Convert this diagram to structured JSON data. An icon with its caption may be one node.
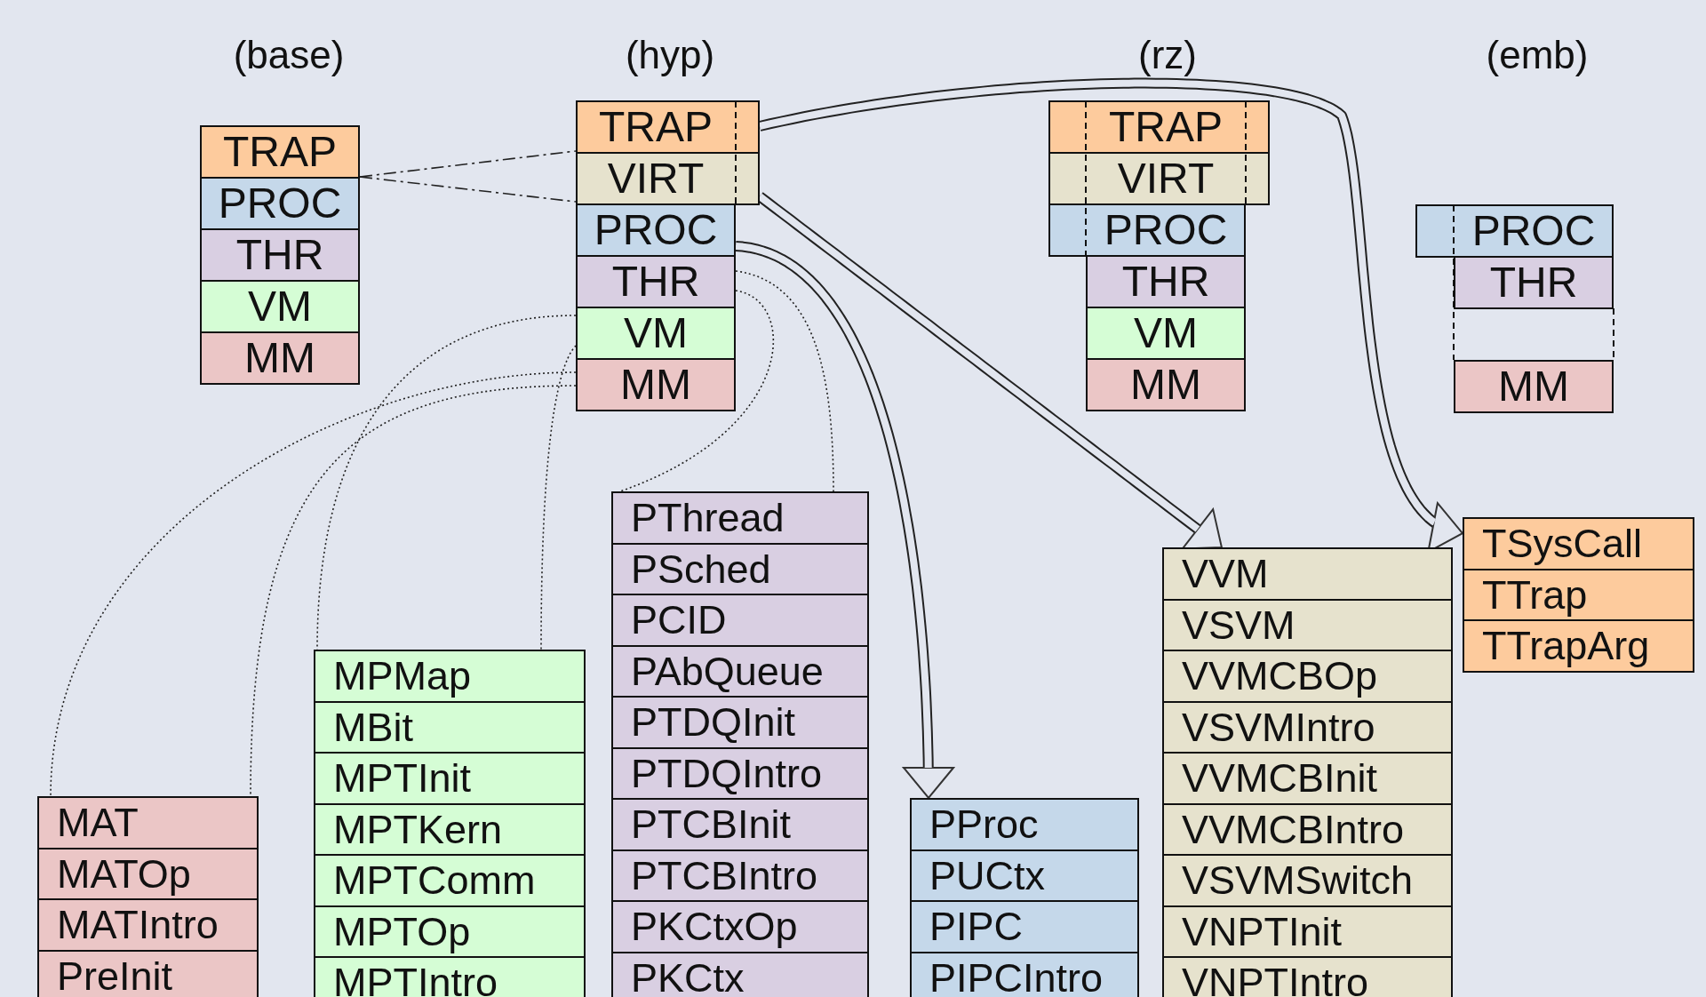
{
  "diagram": {
    "nodes": [
      {
        "text": [
          "TRAP"
        ]
      },
      {
        "text": [
          "PROC"
        ]
      },
      {
        "text": [
          "THR"
        ]
      },
      {
        "text": [
          "VM"
        ]
      },
      {
        "text": [
          "MM"
        ]
      },
      {
        "text": [
          "TRAP"
        ]
      },
      {
        "text": [
          "VIRT"
        ]
      },
      {
        "text": [
          "PROC"
        ]
      },
      {
        "text": [
          "THR"
        ]
      },
      {
        "text": [
          "VM"
        ]
      },
      {
        "text": [
          "MM"
        ]
      },
      {
        "text": [
          "TRAP"
        ]
      },
      {
        "text": [
          "VIRT"
        ]
      },
      {
        "text": [
          "PROC"
        ]
      },
      {
        "text": [
          "THR"
        ]
      },
      {
        "text": [
          "VM"
        ]
      },
      {
        "text": [
          "MM"
        ]
      },
      {
        "text": [
          "PROC"
        ]
      },
      {
        "text": [
          "THR"
        ]
      },
      {
        "text": [
          "MM"
        ]
      },
      {
        "text": [
          "MAT"
        ]
      },
      {
        "text": [
          "MATOp"
        ]
      },
      {
        "text": [
          "MATIntro"
        ]
      },
      {
        "text": [
          "PreInit"
        ]
      },
      {
        "text": [
          "MPMap"
        ]
      },
      {
        "text": [
          "MBit"
        ]
      },
      {
        "text": [
          "MPTInit"
        ]
      },
      {
        "text": [
          "MPTKern"
        ]
      },
      {
        "text": [
          "MPTComm"
        ]
      },
      {
        "text": [
          "MPTOp"
        ]
      },
      {
        "text": [
          "MPTIntro"
        ]
      },
      {
        "text": [
          "PThread"
        ]
      },
      {
        "text": [
          "PSched"
        ]
      },
      {
        "text": [
          "PCID"
        ]
      },
      {
        "text": [
          "PAbQueue"
        ]
      },
      {
        "text": [
          "PTDQInit"
        ]
      },
      {
        "text": [
          "PTDQIntro"
        ]
      },
      {
        "text": [
          "PTCBInit"
        ]
      },
      {
        "text": [
          "PTCBIntro"
        ]
      },
      {
        "text": [
          "PKCtxOp"
        ]
      },
      {
        "text": [
          "PKCtx"
        ]
      },
      {
        "text": [
          "PProc"
        ]
      },
      {
        "text": [
          "PUCtx"
        ]
      },
      {
        "text": [
          "PIPC"
        ]
      },
      {
        "text": [
          "PIPCIntro"
        ]
      },
      {
        "text": [
          "VVM"
        ]
      },
      {
        "text": [
          "VSVM"
        ]
      },
      {
        "text": [
          "VVMCBOp"
        ]
      },
      {
        "text": [
          "VSVMIntro"
        ]
      },
      {
        "text": [
          "VVMCBInit"
        ]
      },
      {
        "text": [
          "VVMCBIntro"
        ]
      },
      {
        "text": [
          "VSVMSwitch"
        ]
      },
      {
        "text": [
          "VNPTInit"
        ]
      },
      {
        "text": [
          "VNPTIntro"
        ]
      },
      {
        "text": [
          "TSysCall"
        ]
      },
      {
        "text": [
          "TTrap"
        ]
      },
      {
        "text": [
          "TTrapArg"
        ]
      }
    ],
    "edges": [
      {
        "from": 0,
        "to": 5,
        "arrow": "none",
        "style": "dashed"
      },
      {
        "from": 0,
        "to": 6,
        "arrow": "none",
        "style": "dashed"
      },
      {
        "from": 10,
        "to": 20,
        "arrow": "none",
        "style": "dashed"
      },
      {
        "from": 10,
        "to": 20,
        "arrow": "none",
        "style": "dashed"
      },
      {
        "from": 9,
        "to": 24,
        "arrow": "none",
        "style": "dashed"
      },
      {
        "from": 9,
        "to": 24,
        "arrow": "none",
        "style": "dashed"
      },
      {
        "from": 8,
        "to": 31,
        "arrow": "none",
        "style": "dashed"
      },
      {
        "from": 8,
        "to": 31,
        "arrow": "none",
        "style": "dashed"
      },
      {
        "from": 7,
        "to": 41,
        "arrow": "to",
        "style": "thick"
      },
      {
        "from": 6,
        "to": 45,
        "arrow": "to",
        "style": "thick"
      },
      {
        "from": 5,
        "to": 54,
        "arrow": "to",
        "style": "thick"
      }
    ],
    "labels": [
      "(base)",
      "(hyp)",
      "(rz)",
      "(emb)"
    ]
  }
}
